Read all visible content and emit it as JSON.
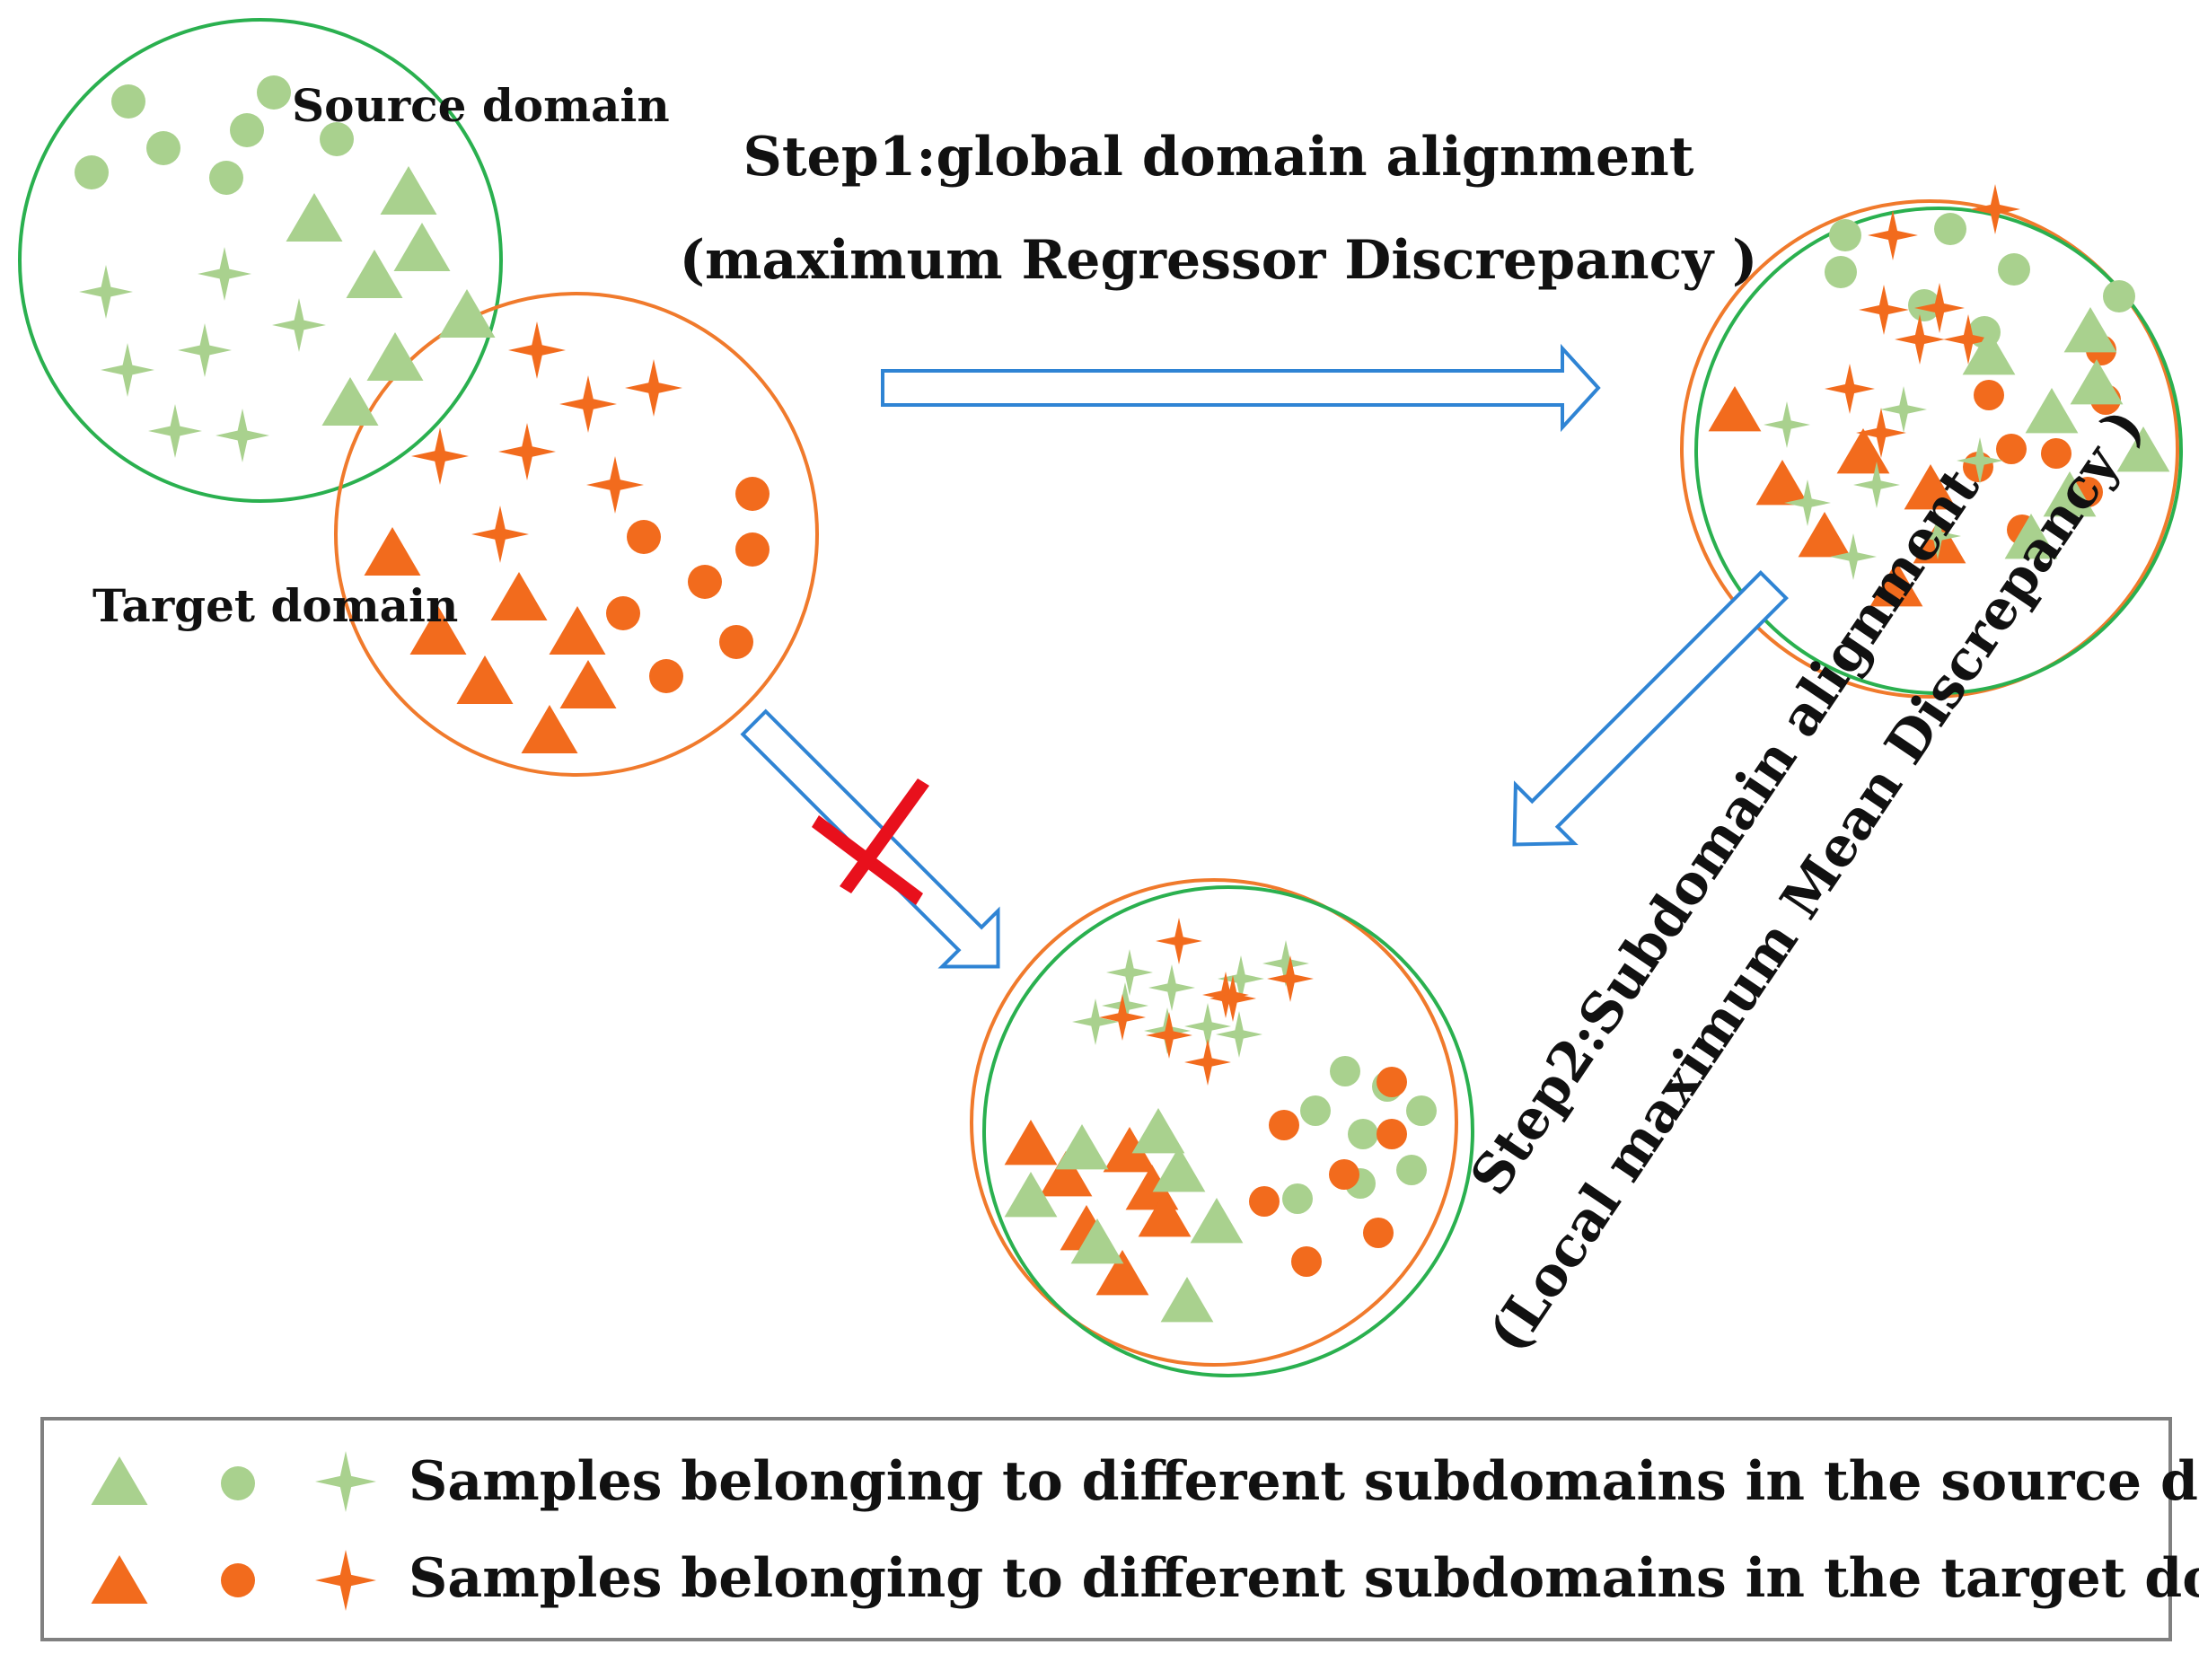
{
  "labels": {
    "source_domain": "Source domain",
    "target_domain": "Target domain",
    "step1_title": "Step1:global domain alignment",
    "step1_subtitle": "(maximum Regressor Discrepancy )",
    "step2_title": "Step2:Subdomain alignment",
    "step2_subtitle": "(Local maximum Mean Discrepancy )"
  },
  "legend": {
    "source_text": "Samples belonging to different subdomains in the source domain",
    "target_text": "Samples belonging to different subdomains in the target domain"
  },
  "colors": {
    "source_green": "#a9d18e",
    "target_orange": "#f26b1d",
    "source_circle": "#2ab04f",
    "target_circle": "#f07a2c",
    "arrow_blue": "#2f84d4",
    "cross_red": "#e8101c",
    "legend_border": "#808080"
  },
  "icons": [
    "triangle-icon",
    "circle-icon",
    "four-point-star-icon",
    "cross-mark-icon"
  ]
}
